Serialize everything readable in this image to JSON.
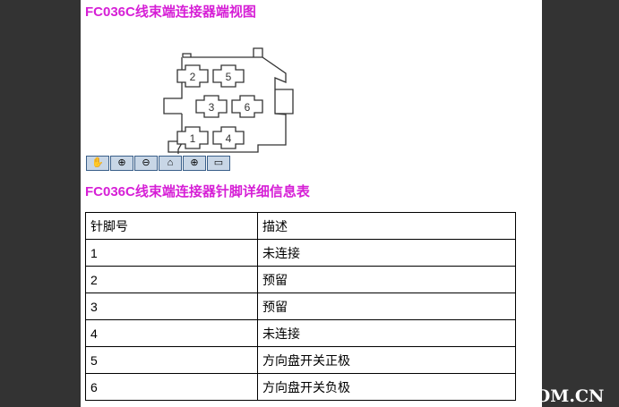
{
  "view_title": "FC036C线束端连接器端视图",
  "pins_in_diagram": [
    "2",
    "5",
    "3",
    "6",
    "1",
    "4"
  ],
  "toolbar": [
    {
      "icon": "hand-icon",
      "glyph": "✋"
    },
    {
      "icon": "zoom-in-icon",
      "glyph": "⊕"
    },
    {
      "icon": "zoom-out-icon",
      "glyph": "⊖"
    },
    {
      "icon": "home-icon",
      "glyph": "⌂"
    },
    {
      "icon": "zoom-window-icon",
      "glyph": "⊕"
    },
    {
      "icon": "fit-window-icon",
      "glyph": "▭"
    }
  ],
  "table_title": "FC036C线束端连接器针脚详细信息表",
  "table": {
    "headers": [
      "针脚号",
      "描述"
    ],
    "rows": [
      [
        "1",
        "未连接"
      ],
      [
        "2",
        "预留"
      ],
      [
        "3",
        "预留"
      ],
      [
        "4",
        "未连接"
      ],
      [
        "5",
        "方向盘开关正极"
      ],
      [
        "6",
        "方向盘开关负极"
      ]
    ]
  },
  "watermark": ".COM.CN"
}
